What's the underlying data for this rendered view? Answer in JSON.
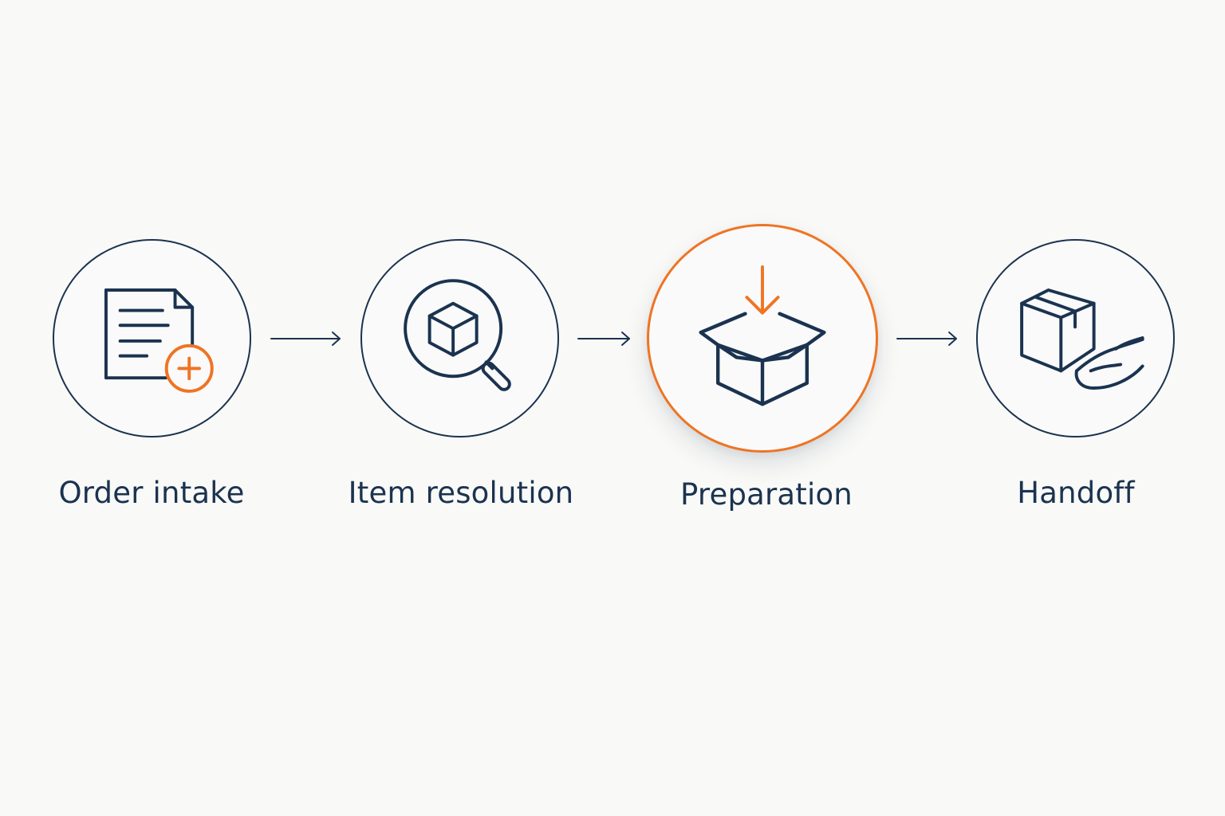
{
  "colors": {
    "background": "#f9f9f7",
    "primary": "#1b3350",
    "accent": "#ef7423"
  },
  "steps": [
    {
      "label": "Order intake",
      "icon": "document-plus-icon",
      "active": false
    },
    {
      "label": "Item resolution",
      "icon": "magnifier-box-icon",
      "active": false
    },
    {
      "label": "Preparation",
      "icon": "open-box-arrow-icon",
      "active": true
    },
    {
      "label": "Handoff",
      "icon": "hand-box-icon",
      "active": false
    }
  ],
  "connectors": [
    {
      "icon": "arrow-right-icon"
    },
    {
      "icon": "arrow-right-icon"
    },
    {
      "icon": "arrow-right-icon"
    }
  ]
}
